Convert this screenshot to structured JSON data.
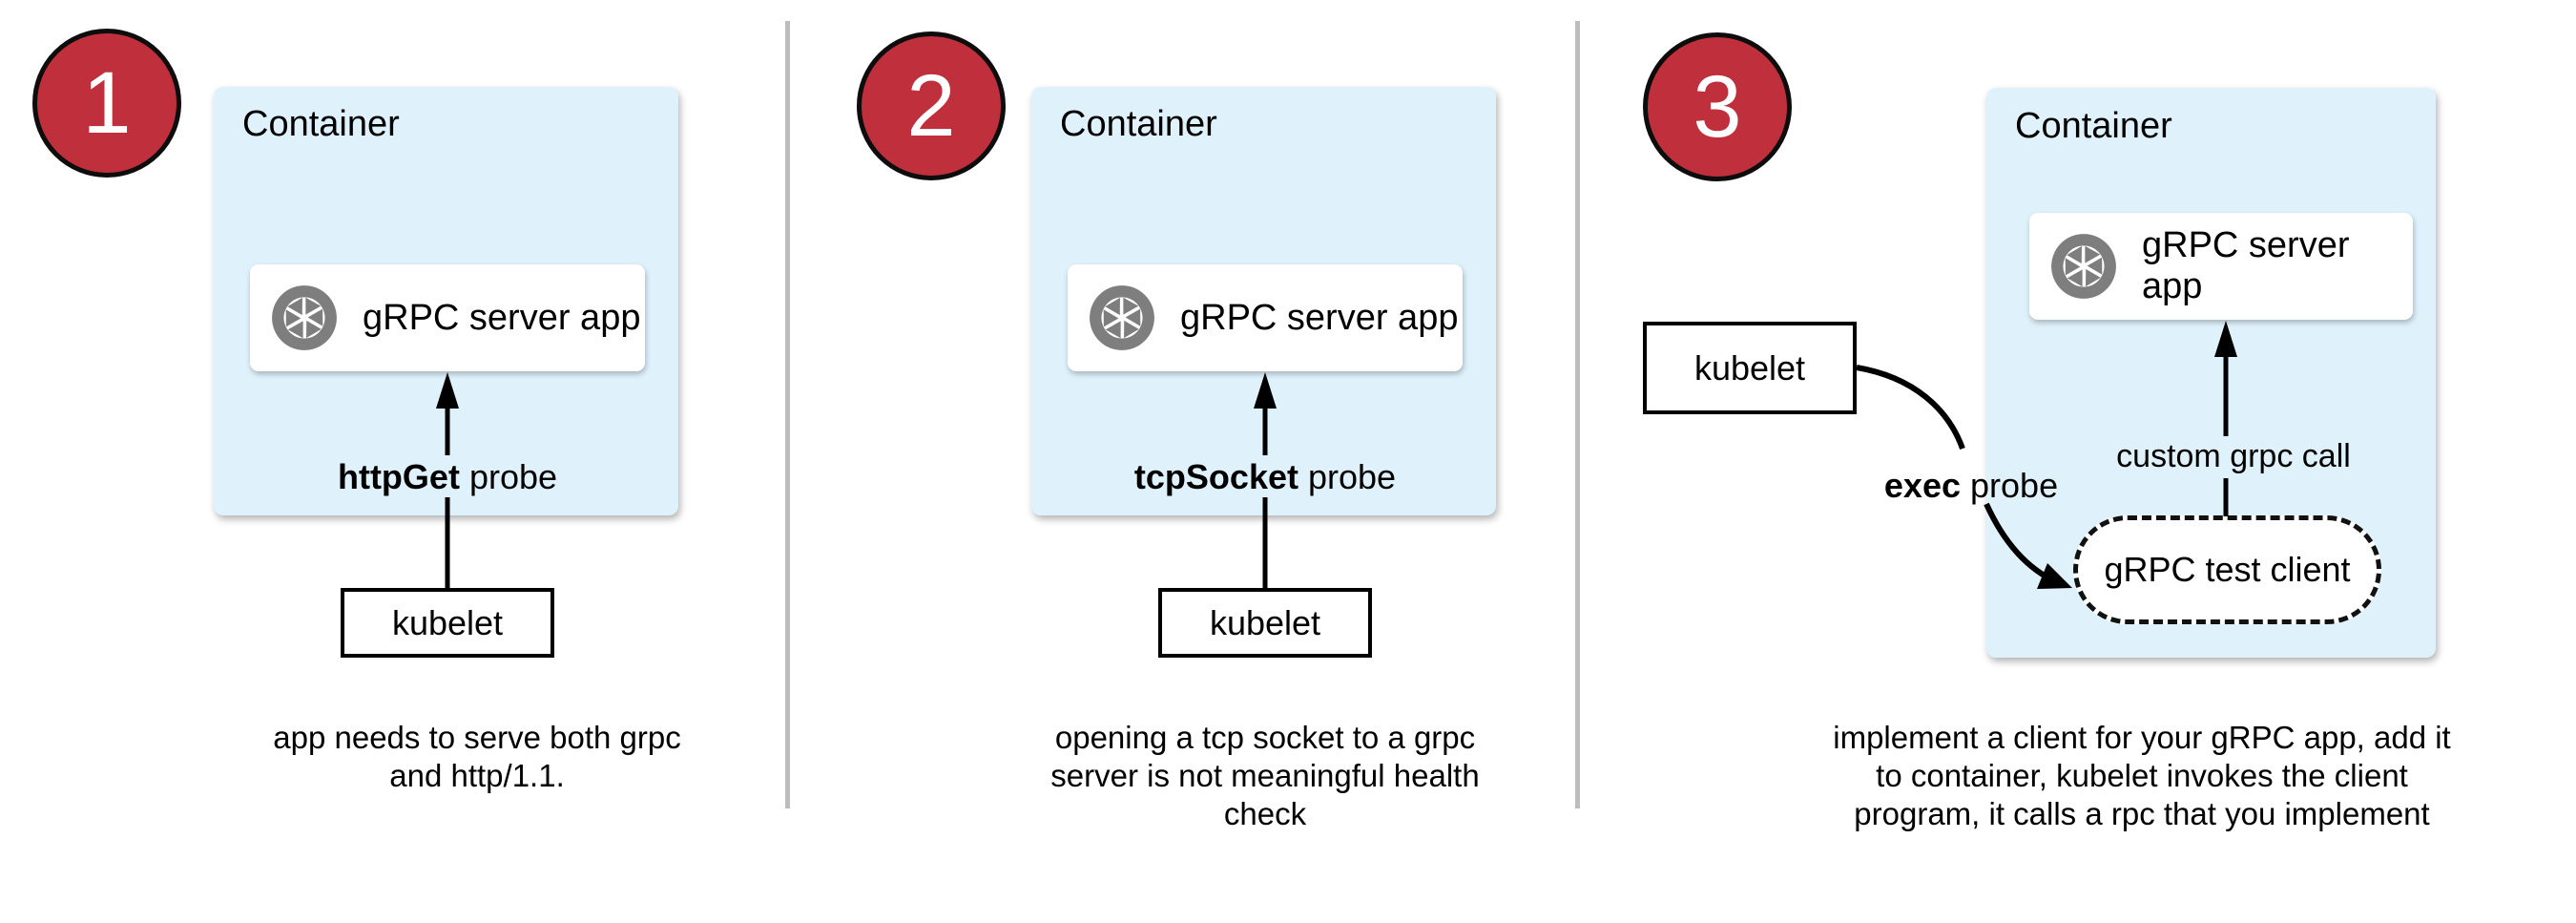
{
  "colors": {
    "badge_red": "#BF2F3C",
    "container_blue": "#DFF1FB",
    "icon_gray": "#7E7E7E",
    "divider_gray": "#BCBCBC",
    "line_black": "#000000"
  },
  "panels": [
    {
      "number": "1",
      "container_label": "Container",
      "app_label": "gRPC server app",
      "probe_bold": "httpGet",
      "probe_rest": "probe",
      "kubelet_label": "kubelet",
      "caption_lines": [
        "app needs to serve both grpc",
        "and http/1.1."
      ]
    },
    {
      "number": "2",
      "container_label": "Container",
      "app_label": "gRPC server app",
      "probe_bold": "tcpSocket",
      "probe_rest": "probe",
      "kubelet_label": "kubelet",
      "caption_lines": [
        "opening a tcp socket to a grpc",
        "server is not meaningful health",
        "check"
      ]
    },
    {
      "number": "3",
      "container_label": "Container",
      "app_label": "gRPC server app",
      "probe_bold": "exec",
      "probe_rest": "probe",
      "call_label": "custom grpc call",
      "test_client_label": "gRPC test client",
      "kubelet_label": "kubelet",
      "caption_lines": [
        "implement a client for your gRPC app, add it",
        "to container, kubelet invokes the client",
        "program, it calls a rpc that you implement"
      ]
    }
  ]
}
